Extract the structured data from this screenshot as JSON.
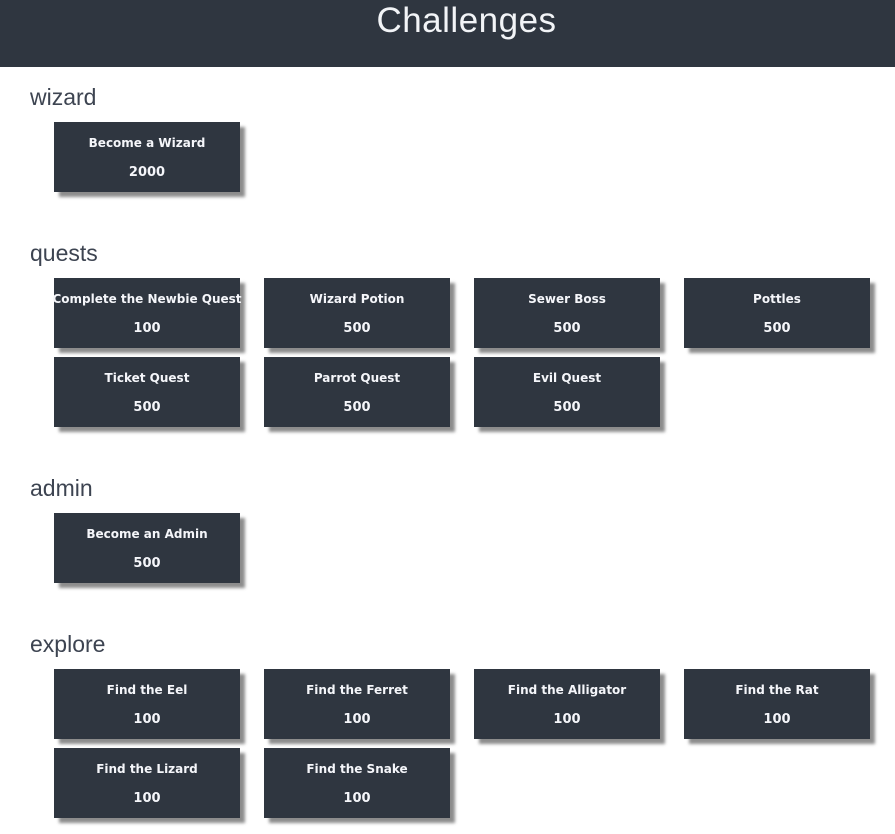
{
  "header": {
    "title": "Challenges"
  },
  "colors": {
    "header_bg": "#2f3640",
    "header_text": "#f2f4f7",
    "card_bg": "#2f3640",
    "card_text": "#f5f6fa",
    "heading_text": "#3d4451",
    "page_bg": "#ffffff"
  },
  "sections": [
    {
      "name": "wizard",
      "challenges": [
        {
          "title": "Become a Wizard",
          "points": "2000"
        }
      ]
    },
    {
      "name": "quests",
      "challenges": [
        {
          "title": "Complete the Newbie Quest",
          "points": "100"
        },
        {
          "title": "Wizard Potion",
          "points": "500"
        },
        {
          "title": "Sewer Boss",
          "points": "500"
        },
        {
          "title": "Pottles",
          "points": "500"
        },
        {
          "title": "Ticket Quest",
          "points": "500"
        },
        {
          "title": "Parrot Quest",
          "points": "500"
        },
        {
          "title": "Evil Quest",
          "points": "500"
        }
      ]
    },
    {
      "name": "admin",
      "challenges": [
        {
          "title": "Become an Admin",
          "points": "500"
        }
      ]
    },
    {
      "name": "explore",
      "challenges": [
        {
          "title": "Find the Eel",
          "points": "100"
        },
        {
          "title": "Find the Ferret",
          "points": "100"
        },
        {
          "title": "Find the Alligator",
          "points": "100"
        },
        {
          "title": "Find the Rat",
          "points": "100"
        },
        {
          "title": "Find the Lizard",
          "points": "100"
        },
        {
          "title": "Find the Snake",
          "points": "100"
        }
      ]
    }
  ]
}
